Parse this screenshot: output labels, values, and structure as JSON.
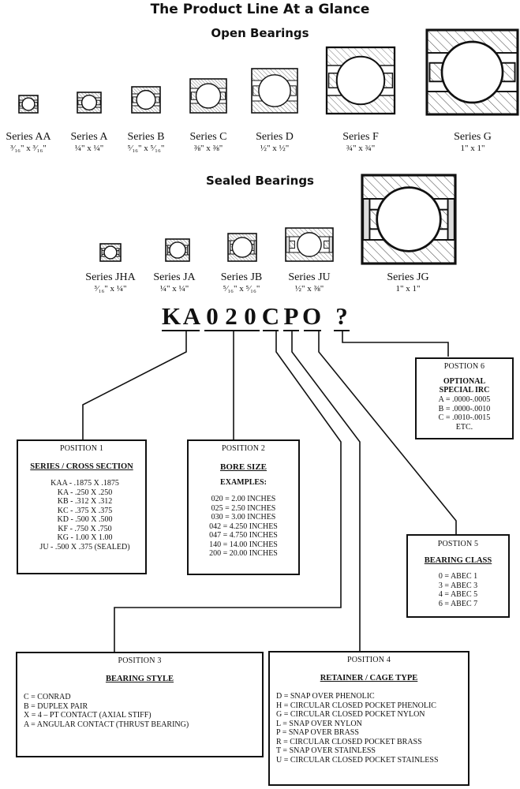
{
  "title": "The Product Line At a Glance",
  "open_bearings": {
    "heading": "Open Bearings",
    "items": [
      {
        "name": "Series AA",
        "dims": "³⁄₁₆\" x ³⁄₁₆\""
      },
      {
        "name": "Series A",
        "dims": "¼\" x ¼\""
      },
      {
        "name": "Series B",
        "dims": "⁵⁄₁₆\" x ⁵⁄₁₆\""
      },
      {
        "name": "Series C",
        "dims": "⅜\" x ⅜\""
      },
      {
        "name": "Series D",
        "dims": "½\" x ½\""
      },
      {
        "name": "Series F",
        "dims": "¾\" x ¾\""
      },
      {
        "name": "Series G",
        "dims": "1\" x 1\""
      }
    ]
  },
  "sealed_bearings": {
    "heading": "Sealed Bearings",
    "items": [
      {
        "name": "Series JHA",
        "dims": "³⁄₁₆\" x ¼\""
      },
      {
        "name": "Series JA",
        "dims": "¼\" x ¼\""
      },
      {
        "name": "Series JB",
        "dims": "⁵⁄₁₆\" x ⁵⁄₁₆\""
      },
      {
        "name": "Series JU",
        "dims": "½\" x ⅜\""
      },
      {
        "name": "Series JG",
        "dims": "1\" x 1\""
      }
    ]
  },
  "part_number": [
    "K",
    "A",
    "0",
    "2",
    "0",
    "C",
    "P",
    "O",
    "?"
  ],
  "positions": {
    "p1": {
      "header": "POSITION 1",
      "title": "SERIES / CROSS SECTION",
      "lines": [
        "KAA - .1875 X .1875",
        "KA - .250 X .250",
        "KB - .312 X .312",
        "KC - .375 X .375",
        "KD - .500 X .500",
        "KF - .750 X .750",
        "KG - 1.00 X 1.00",
        "JU - .500 X .375 (SEALED)"
      ]
    },
    "p2": {
      "header": "POSITION 2",
      "title": "BORE SIZE",
      "subtitle": "EXAMPLES:",
      "lines": [
        "020 = 2.00 INCHES",
        "025 = 2.50 INCHES",
        "030 = 3.00 INCHES",
        "042 = 4.250 INCHES",
        "047 = 4.750 INCHES",
        "140 = 14.00 INCHES",
        "200 = 20.00 INCHES"
      ]
    },
    "p3": {
      "header": "POSITION 3",
      "title": "BEARING STYLE",
      "lines": [
        "C = CONRAD",
        "B = DUPLEX PAIR",
        "X = 4 – PT CONTACT (AXIAL STIFF)",
        "A = ANGULAR CONTACT (THRUST BEARING)"
      ]
    },
    "p4": {
      "header": "POSITION 4",
      "title": "RETAINER / CAGE TYPE",
      "lines": [
        "D = SNAP OVER PHENOLIC",
        "H = CIRCULAR CLOSED POCKET PHENOLIC",
        "G = CIRCULAR CLOSED POCKET NYLON",
        "L = SNAP OVER NYLON",
        "P = SNAP OVER BRASS",
        "R = CIRCULAR CLOSED POCKET BRASS",
        "T = SNAP OVER STAINLESS",
        "U = CIRCULAR CLOSED POCKET STAINLESS"
      ]
    },
    "p5": {
      "header": "POSTION 5",
      "title": "BEARING CLASS",
      "lines": [
        "0 = ABEC 1",
        "3 = ABEC 3",
        "4 = ABEC 5",
        "6 = ABEC 7"
      ]
    },
    "p6": {
      "header": "POSTION 6",
      "title_lines": [
        "OPTIONAL",
        "SPECIAL IRC"
      ],
      "lines": [
        "A = .0000-.0005",
        "B = .0000-.0010",
        "C = .0010-.0015",
        "ETC."
      ]
    }
  }
}
